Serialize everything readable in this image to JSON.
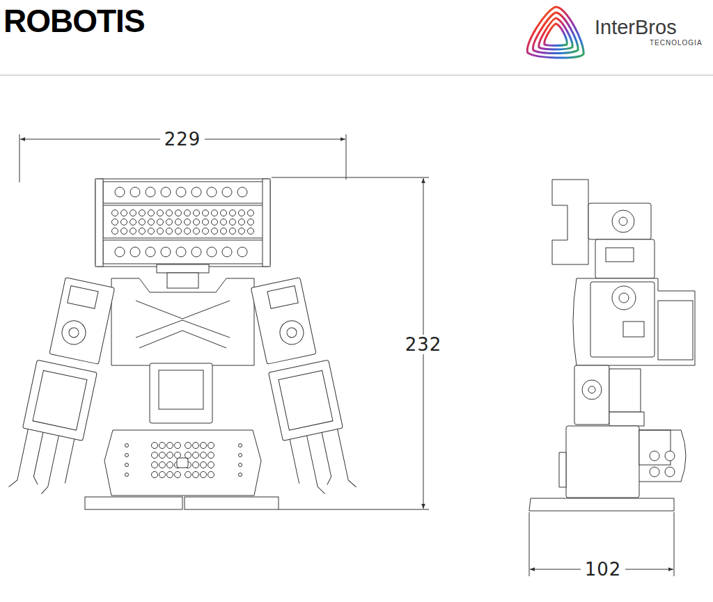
{
  "diagram": {
    "labels": [
      "ROBOTIS",
      "InterBros",
      "TECNOLOGIA",
      "229",
      "232",
      "102"
    ]
  }
}
